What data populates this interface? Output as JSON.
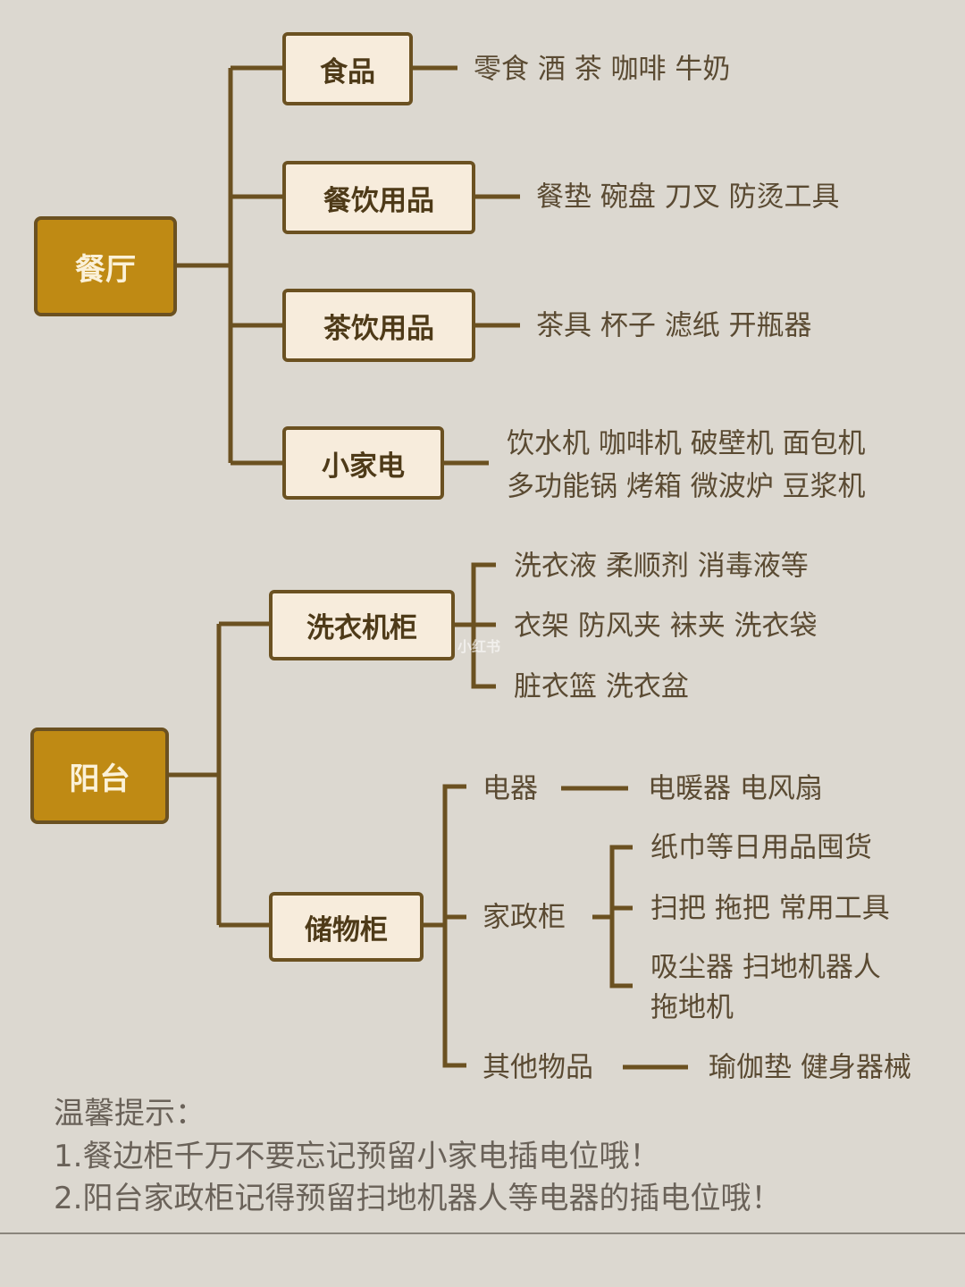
{
  "dining": {
    "root": "餐厅",
    "branches": [
      {
        "label": "食品",
        "items": [
          "零食 酒 茶 咖啡 牛奶"
        ]
      },
      {
        "label": "餐饮用品",
        "items": [
          "餐垫 碗盘 刀叉 防烫工具"
        ]
      },
      {
        "label": "茶饮用品",
        "items": [
          "茶具 杯子 滤纸 开瓶器"
        ]
      },
      {
        "label": "小家电",
        "items": [
          "饮水机 咖啡机 破壁机 面包机",
          "多功能锅 烤箱 微波炉 豆浆机"
        ]
      }
    ]
  },
  "balcony": {
    "root": "阳台",
    "laundry": {
      "label": "洗衣机柜",
      "items": [
        "洗衣液 柔顺剂 消毒液等",
        "衣架 防风夹 袜夹 洗衣袋",
        "脏衣篮 洗衣盆"
      ]
    },
    "storage": {
      "label": "储物柜",
      "appliances": {
        "label": "电器",
        "items": [
          "电暖器 电风扇"
        ]
      },
      "housekeeping": {
        "label": "家政柜",
        "items": [
          "纸巾等日用品囤货",
          "扫把 拖把 常用工具",
          "吸尘器 扫地机器人",
          "拖地机"
        ]
      },
      "others": {
        "label": "其他物品",
        "items": [
          "瑜伽垫 健身器械"
        ]
      }
    }
  },
  "tips": {
    "title": "温馨提示：",
    "lines": [
      "1.餐边柜千万不要忘记预留小家电插电位哦！",
      "2.阳台家政柜记得预留扫地机器人等电器的插电位哦！"
    ]
  },
  "watermark": "小红书",
  "colors": {
    "background": "#dcd8d0",
    "line": "#6b5121",
    "root_fill": "#bf8a14",
    "node_fill": "#f7ecdc"
  }
}
